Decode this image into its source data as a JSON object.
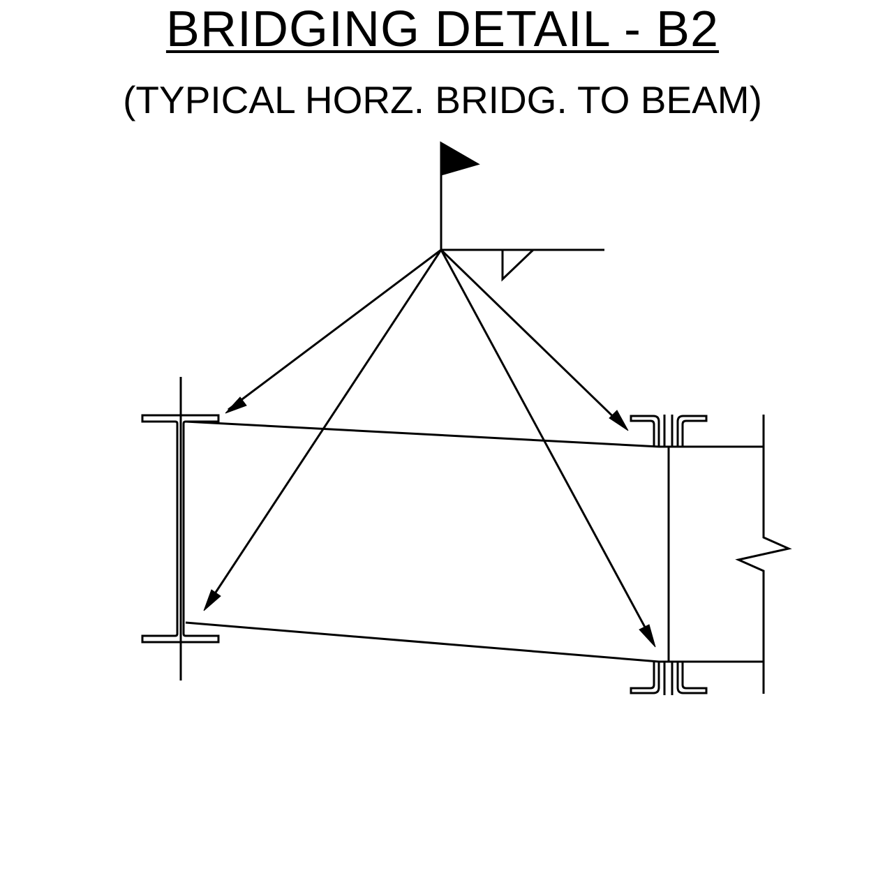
{
  "title": "BRIDGING DETAIL - B2",
  "subtitle": "(TYPICAL HORZ. BRIDG. TO BEAM)",
  "colors": {
    "line": "#000000",
    "background": "#ffffff"
  },
  "elements": {
    "weld_symbol": "field-weld-flag-with-fillet-symbol",
    "left_member": "wide-flange-beam",
    "right_member": "double-angle-joist-chords",
    "bridging": "horizontal-bridging-angles",
    "break_line": "break-line-icon"
  }
}
